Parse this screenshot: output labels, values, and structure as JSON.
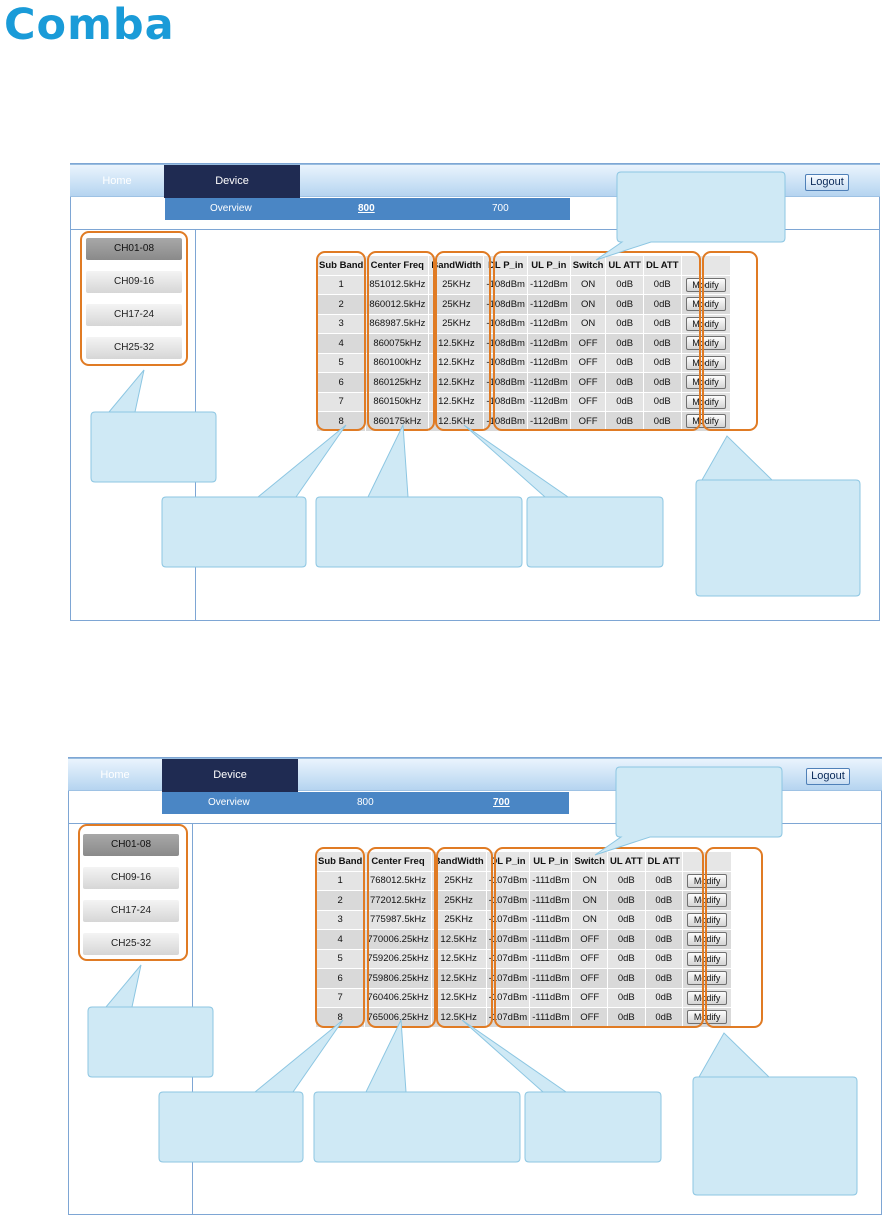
{
  "logo": {
    "text": "Comba",
    "color": "#1a9bd8"
  },
  "colors": {
    "accent_orange": "#e07b24",
    "nav_dark": "#1f2b52",
    "subnav_blue": "#4a86c5",
    "callout_fill": "#cfe9f5"
  },
  "nav": {
    "home": "Home",
    "device": "Device",
    "logout": "Logout",
    "subtabs": [
      "Overview",
      "800",
      "700"
    ]
  },
  "channel_groups": [
    "CH01-08",
    "CH09-16",
    "CH17-24",
    "CH25-32"
  ],
  "table_headers": [
    "Sub Band",
    "Center Freq",
    "BandWidth",
    "DL P_in",
    "UL P_in",
    "Switch",
    "UL ATT",
    "DL ATT",
    ""
  ],
  "modify_label": "Modify",
  "panel_a": {
    "active_subtab": "800",
    "rows": [
      [
        "1",
        "851012.5kHz",
        "25KHz",
        "-108dBm",
        "-112dBm",
        "ON",
        "0dB",
        "0dB"
      ],
      [
        "2",
        "860012.5kHz",
        "25KHz",
        "-108dBm",
        "-112dBm",
        "ON",
        "0dB",
        "0dB"
      ],
      [
        "3",
        "868987.5kHz",
        "25KHz",
        "-108dBm",
        "-112dBm",
        "ON",
        "0dB",
        "0dB"
      ],
      [
        "4",
        "860075kHz",
        "12.5KHz",
        "-108dBm",
        "-112dBm",
        "OFF",
        "0dB",
        "0dB"
      ],
      [
        "5",
        "860100kHz",
        "12.5KHz",
        "-108dBm",
        "-112dBm",
        "OFF",
        "0dB",
        "0dB"
      ],
      [
        "6",
        "860125kHz",
        "12.5KHz",
        "-108dBm",
        "-112dBm",
        "OFF",
        "0dB",
        "0dB"
      ],
      [
        "7",
        "860150kHz",
        "12.5KHz",
        "-108dBm",
        "-112dBm",
        "OFF",
        "0dB",
        "0dB"
      ],
      [
        "8",
        "860175kHz",
        "12.5KHz",
        "-108dBm",
        "-112dBm",
        "OFF",
        "0dB",
        "0dB"
      ]
    ]
  },
  "panel_b": {
    "active_subtab": "700",
    "rows": [
      [
        "1",
        "768012.5kHz",
        "25KHz",
        "-107dBm",
        "-111dBm",
        "ON",
        "0dB",
        "0dB"
      ],
      [
        "2",
        "772012.5kHz",
        "25KHz",
        "-107dBm",
        "-111dBm",
        "ON",
        "0dB",
        "0dB"
      ],
      [
        "3",
        "775987.5kHz",
        "25KHz",
        "-107dBm",
        "-111dBm",
        "ON",
        "0dB",
        "0dB"
      ],
      [
        "4",
        "770006.25kHz",
        "12.5KHz",
        "-107dBm",
        "-111dBm",
        "OFF",
        "0dB",
        "0dB"
      ],
      [
        "5",
        "759206.25kHz",
        "12.5KHz",
        "-107dBm",
        "-111dBm",
        "OFF",
        "0dB",
        "0dB"
      ],
      [
        "6",
        "759806.25kHz",
        "12.5KHz",
        "-107dBm",
        "-111dBm",
        "OFF",
        "0dB",
        "0dB"
      ],
      [
        "7",
        "760406.25kHz",
        "12.5KHz",
        "-107dBm",
        "-111dBm",
        "OFF",
        "0dB",
        "0dB"
      ],
      [
        "8",
        "765006.25kHz",
        "12.5KHz",
        "-107dBm",
        "-111dBm",
        "OFF",
        "0dB",
        "0dB"
      ]
    ]
  }
}
